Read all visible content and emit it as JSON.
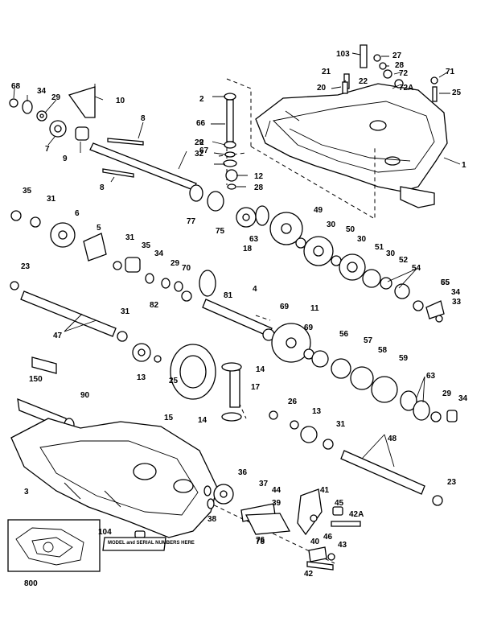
{
  "labels": {
    "p1": "1",
    "p2a": "2",
    "p2b": "2",
    "p3": "3",
    "p4": "4",
    "p5": "5",
    "p6": "6",
    "p7": "7",
    "p8a": "8",
    "p8b": "8",
    "p9": "9",
    "p10": "10",
    "p11": "11",
    "p12": "12",
    "p13a": "13",
    "p13b": "13",
    "p14a": "14",
    "p14b": "14",
    "p15": "15",
    "p17": "17",
    "p18": "18",
    "p20": "20",
    "p21": "21",
    "p22": "22",
    "p23a": "23",
    "p23b": "23",
    "p25a": "25",
    "p25b": "25",
    "p26": "26",
    "p27": "27",
    "p28a": "28",
    "p28b": "28",
    "p29a": "29",
    "p29b": "29",
    "p29c": "29",
    "p29d": "29",
    "p30a": "30",
    "p30b": "30",
    "p30c": "30",
    "p31a": "31",
    "p31b": "31",
    "p31c": "31",
    "p31d": "31",
    "p32": "32",
    "p33": "33",
    "p34a": "34",
    "p34b": "34",
    "p34c": "34",
    "p34d": "34",
    "p35a": "35",
    "p35b": "35",
    "p36": "36",
    "p37": "37",
    "p38": "38",
    "p39": "39",
    "p40": "40",
    "p41": "41",
    "p42": "42",
    "p42a": "42A",
    "p43": "43",
    "p44": "44",
    "p45": "45",
    "p46": "46",
    "p47": "47",
    "p48": "48",
    "p49": "49",
    "p50": "50",
    "p51": "51",
    "p52": "52",
    "p54": "54",
    "p55": "55",
    "p56": "56",
    "p57": "57",
    "p58": "58",
    "p59": "59",
    "p63a": "63",
    "p63b": "63",
    "p65": "65",
    "p66": "66",
    "p67": "67",
    "p68": "68",
    "p69a": "69",
    "p69b": "69",
    "p70": "70",
    "p71": "71",
    "p72": "72",
    "p72a": "72A",
    "p75": "75",
    "p76": "76",
    "p77": "77",
    "p78": "78",
    "p81": "81",
    "p82": "82",
    "p90": "90",
    "p103": "103",
    "p104": "104",
    "p150": "150",
    "p800": "800"
  },
  "decal_text": "MODEL and SERIAL NUMBERS HERE"
}
